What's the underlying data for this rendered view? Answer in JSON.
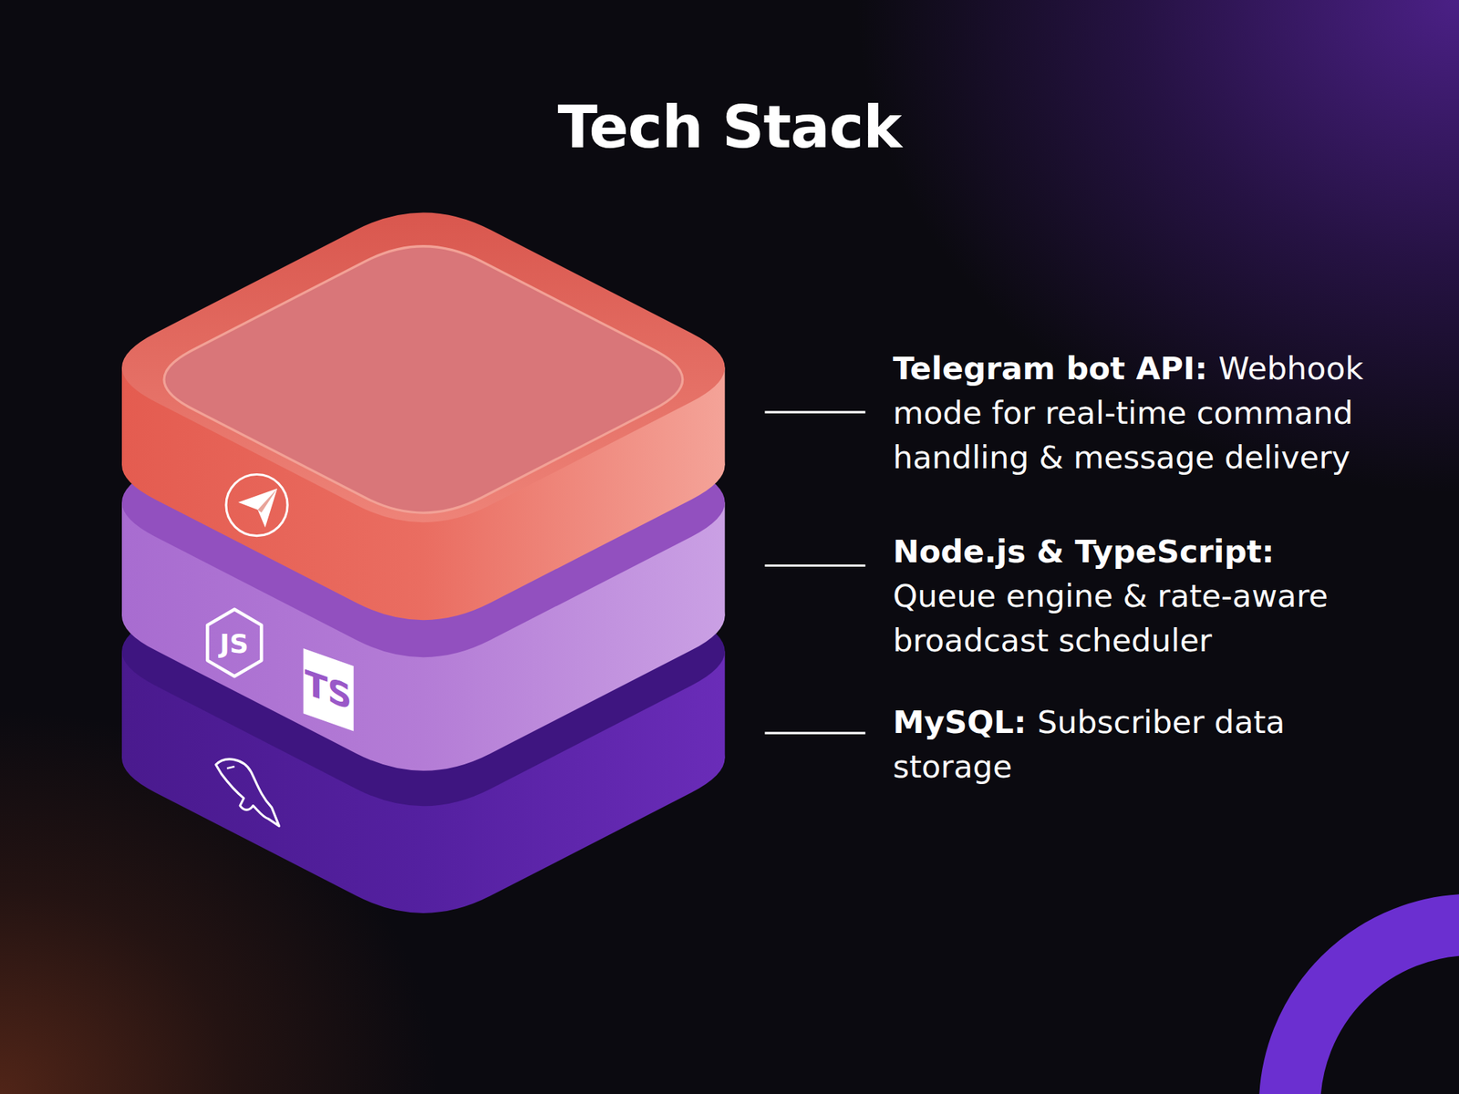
{
  "diagram": {
    "title": "Tech Stack",
    "labels": [
      "Telegram bot API:",
      "Webhook mode for real-time command handling & message delivery",
      "Node.js & TypeScript:",
      "Queue engine & rate-aware broadcast scheduler",
      "MySQL:",
      "Subscriber data storage",
      "JS",
      "TS"
    ]
  }
}
